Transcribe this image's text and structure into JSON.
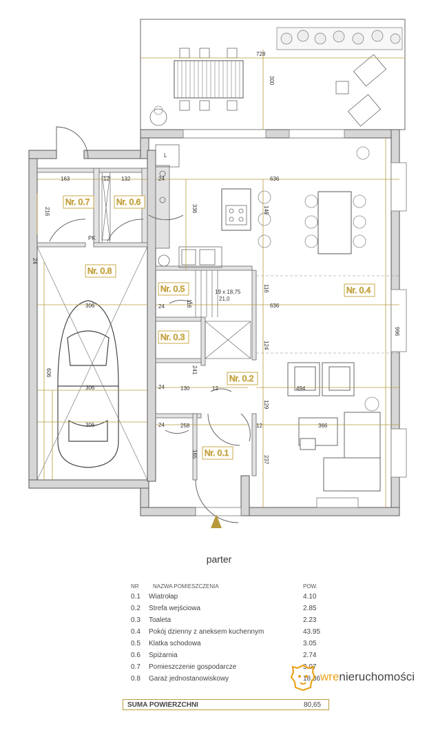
{
  "plan": {
    "rooms": [
      "Nr. 0.1",
      "Nr. 0.2",
      "Nr. 0.3",
      "Nr. 0.4",
      "Nr. 0.5",
      "Nr. 0.6",
      "Nr. 0.7",
      "Nr. 0.8"
    ],
    "dimensions": [
      "728",
      "300",
      "636",
      "163",
      "12",
      "132",
      "24",
      "216",
      "336",
      "146",
      "24",
      "116",
      "636",
      "116",
      "124",
      "996",
      "306",
      "306",
      "306",
      "606",
      "24",
      "241",
      "130",
      "12",
      "129",
      "494",
      "24",
      "258",
      "12",
      "366",
      "165",
      "237",
      "24",
      "19 x 18,75",
      "21,0",
      "L",
      "PK"
    ]
  },
  "title": "parter",
  "table": {
    "header": {
      "nr": "NR",
      "name": "NAZWA POMIESZCZENIA",
      "area": "POW."
    },
    "rows": [
      {
        "nr": "0.1",
        "name": "Wiatrołap",
        "area": "4.10"
      },
      {
        "nr": "0.2",
        "name": "Strefa wejściowa",
        "area": "2.85"
      },
      {
        "nr": "0.3",
        "name": "Toaleta",
        "area": "2.23"
      },
      {
        "nr": "0.4",
        "name": "Pokój dzienny z aneksem kuchennym",
        "area": "43.95"
      },
      {
        "nr": "0.5",
        "name": "Klatka schodowa",
        "area": "3.05"
      },
      {
        "nr": "0.6",
        "name": "Spiżarnia",
        "area": "2.74"
      },
      {
        "nr": "0.7",
        "name": "Pomieszczenie gospodarcze",
        "area": "3.07"
      },
      {
        "nr": "0.8",
        "name": "Garaż jednostanowiskowy",
        "area": "18.36"
      }
    ],
    "sum": {
      "label": "SUMA POWIERZCHNI",
      "value": "80,65"
    }
  },
  "logo": {
    "brand_a": "wre",
    "brand_b": "nieruchomości",
    "accent": "#e8a21b"
  },
  "colors": {
    "wall": "#d6d6d6",
    "wall_stroke": "#555555",
    "dim": "#b89a3c",
    "room_box": "#c9a94a"
  }
}
